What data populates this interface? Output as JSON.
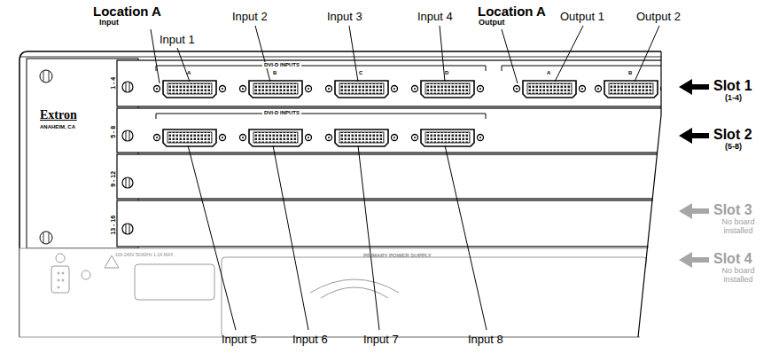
{
  "diagram": {
    "labels": [
      "Location A",
      "Input",
      "Input 1",
      "Input 2",
      "Input 3",
      "Input 4",
      "Location A",
      "Output",
      "Output 1",
      "Output 2",
      "Extron",
      "ANAHEIM, CA",
      "1 - 4",
      "DVI-D INPUTS",
      "A",
      "B",
      "C",
      "D",
      "A",
      "B",
      "Slot 1",
      "(1-4)",
      "5 - 8",
      "DVI-D INPUTS",
      "Slot 2",
      "(5-8)",
      "9 - 12",
      "Slot 3",
      "No board installed",
      "13 - 16",
      "Slot 4",
      "No board installed",
      "100-240V 50/60Hz 1.2A MAX",
      "PRIMARY POWER SUPPLY",
      "Input 5",
      "Input 6",
      "Input 7",
      "Input 8"
    ]
  }
}
